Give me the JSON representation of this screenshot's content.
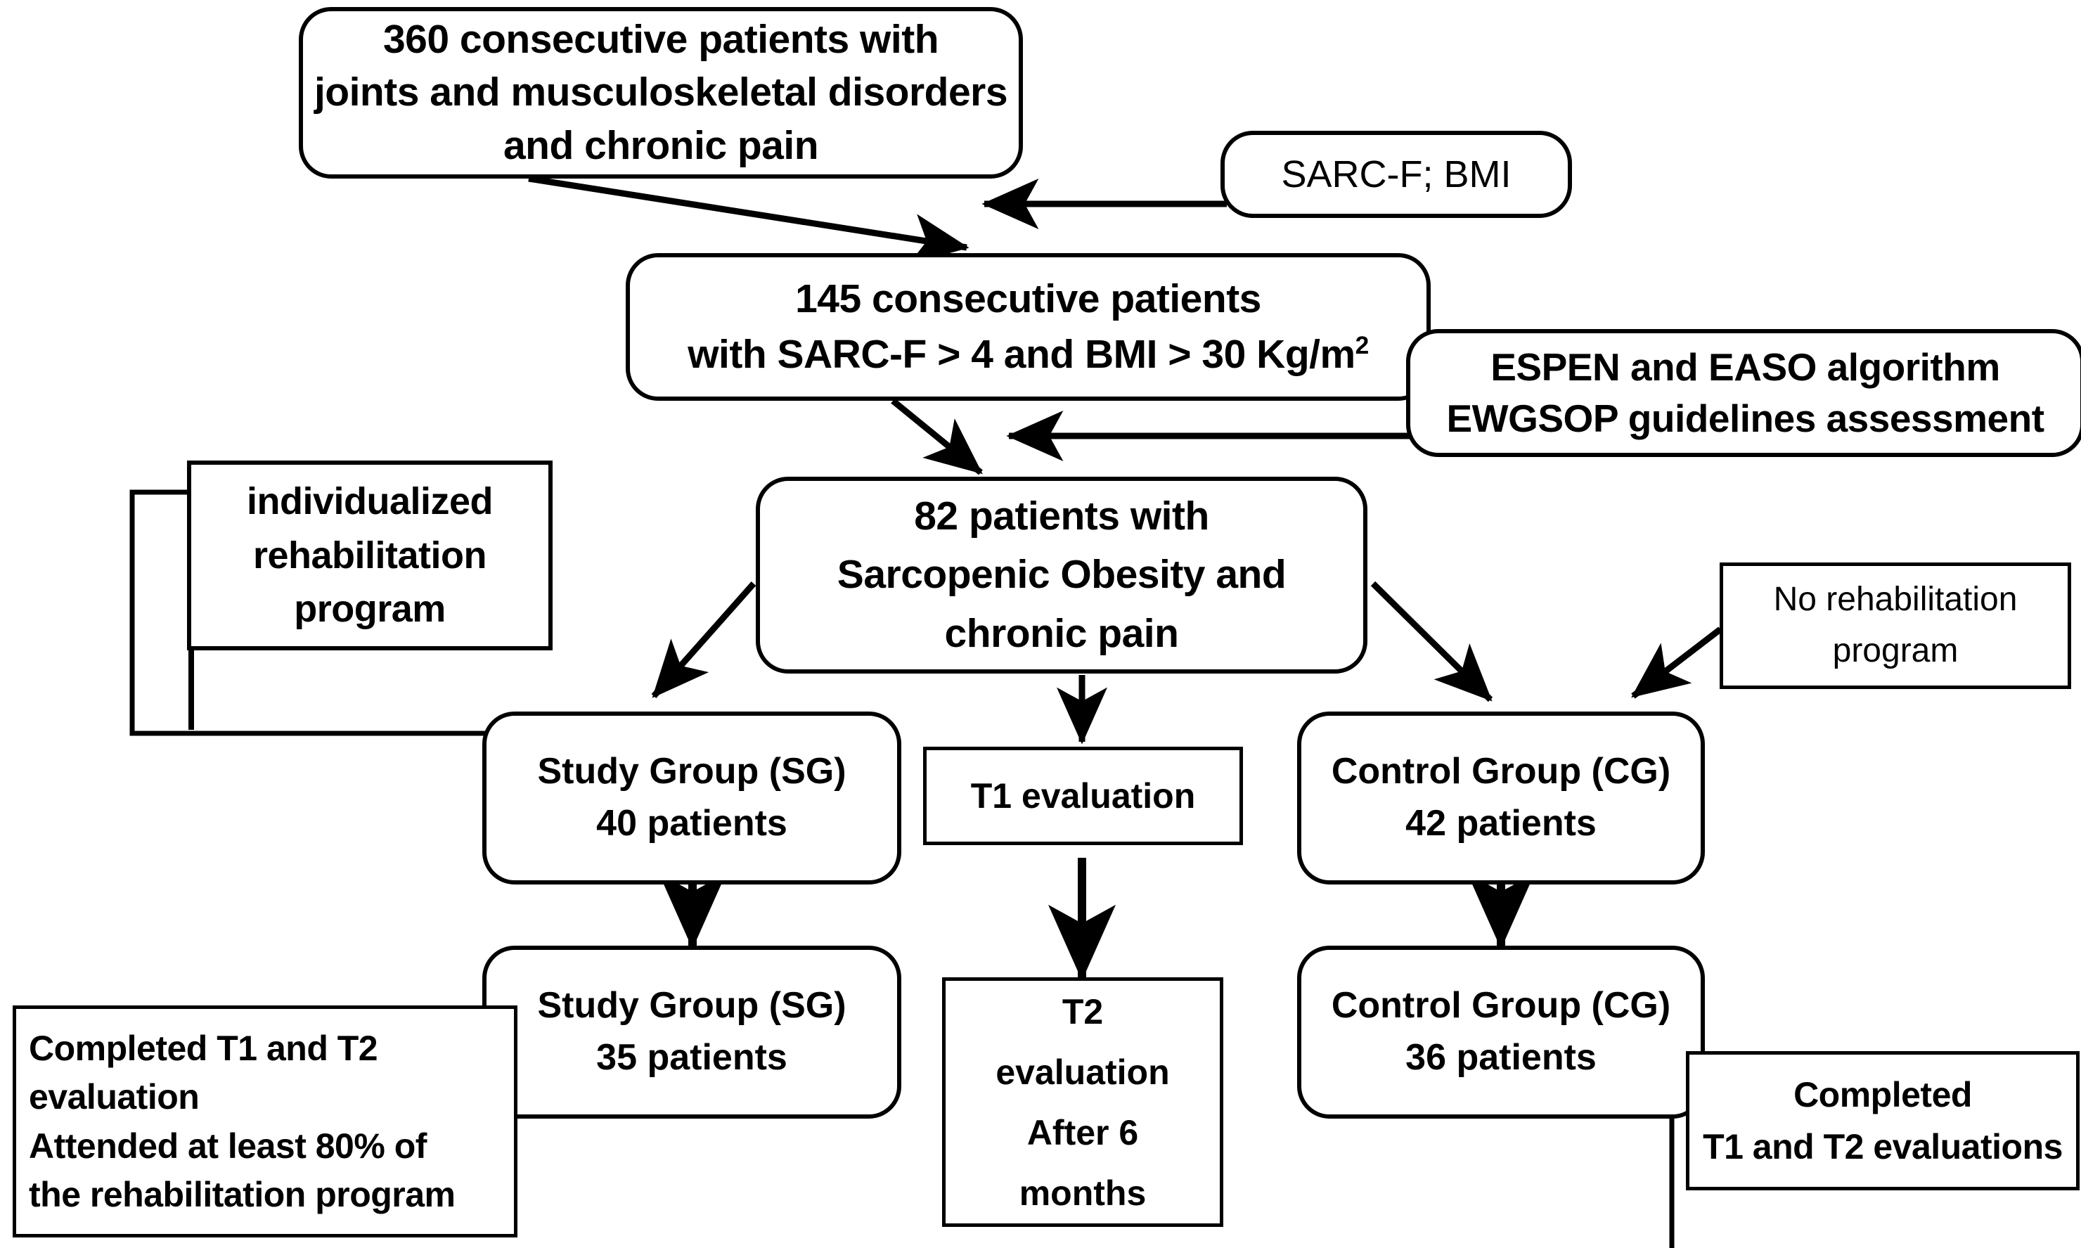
{
  "diagram": {
    "title": "Study flow diagram of patient enrollment and group allocation",
    "type": "flowchart",
    "stroke_color": "#000000",
    "fill_color": "#ffffff",
    "text_color": "#000000"
  },
  "nodes": {
    "enrolled": {
      "id": "enrolled",
      "lines": [
        "360 consecutive patients with",
        "joints and musculoskeletal disorders",
        "and chronic pain"
      ],
      "shape": "rounded-rectangle"
    },
    "screening_tools": {
      "id": "screening_tools",
      "lines": [
        "SARC-F; BMI"
      ],
      "shape": "rounded-rectangle"
    },
    "screened": {
      "id": "screened",
      "lines": [
        "145 consecutive patients",
        "with SARC-F > 4 and BMI > 30 Kg/m"
      ],
      "superscript": "2",
      "shape": "rounded-rectangle"
    },
    "guidelines": {
      "id": "guidelines",
      "lines": [
        "ESPEN and EASO algorithm",
        "EWGSOP guidelines assessment"
      ],
      "shape": "rounded-rectangle"
    },
    "eligible": {
      "id": "eligible",
      "lines": [
        "82 patients  with",
        "Sarcopenic Obesity and",
        "chronic pain"
      ],
      "shape": "rounded-rectangle"
    },
    "intervention": {
      "id": "intervention",
      "lines": [
        "individualized",
        "rehabilitation",
        "program"
      ],
      "shape": "rectangle"
    },
    "no_intervention": {
      "id": "no_intervention",
      "lines": [
        "No rehabilitation",
        "program"
      ],
      "shape": "rectangle"
    },
    "sg_allocated": {
      "id": "sg_allocated",
      "lines": [
        "Study Group (SG)",
        "40 patients"
      ],
      "shape": "rounded-rectangle"
    },
    "t1": {
      "id": "t1",
      "lines": [
        "T1 evaluation"
      ],
      "shape": "rectangle"
    },
    "cg_allocated": {
      "id": "cg_allocated",
      "lines": [
        "Control Group (CG)",
        "42 patients"
      ],
      "shape": "rounded-rectangle"
    },
    "sg_analyzed": {
      "id": "sg_analyzed",
      "lines": [
        "Study Group (SG)",
        "35 patients"
      ],
      "shape": "rounded-rectangle"
    },
    "t2": {
      "id": "t2",
      "lines": [
        "T2",
        "evaluation",
        "After 6",
        "months"
      ],
      "shape": "rectangle"
    },
    "cg_analyzed": {
      "id": "cg_analyzed",
      "lines": [
        "Control Group (CG)",
        "36 patients"
      ],
      "shape": "rounded-rectangle"
    },
    "sg_criteria": {
      "id": "sg_criteria",
      "lines": [
        "Completed T1 and T2",
        "evaluation",
        "Attended at least 80% of",
        "the rehabilitation program"
      ],
      "shape": "rectangle"
    },
    "cg_criteria": {
      "id": "cg_criteria",
      "lines": [
        "Completed",
        "T1 and T2 evaluations"
      ],
      "shape": "rectangle"
    }
  },
  "edges": [
    {
      "from": "enrolled",
      "to": "screened",
      "style": "arrow-diagonal"
    },
    {
      "from": "screening_tools",
      "to": "screened",
      "style": "arrow-horizontal-left"
    },
    {
      "from": "screened",
      "to": "eligible",
      "style": "arrow-diagonal"
    },
    {
      "from": "guidelines",
      "to": "eligible",
      "style": "arrow-horizontal-left"
    },
    {
      "from": "eligible",
      "to": "sg_allocated",
      "style": "arrow-diagonal-left"
    },
    {
      "from": "eligible",
      "to": "t1",
      "style": "arrow-vertical"
    },
    {
      "from": "eligible",
      "to": "cg_allocated",
      "style": "arrow-diagonal-right"
    },
    {
      "from": "intervention",
      "to": "sg_allocated",
      "style": "bracket-elbow"
    },
    {
      "from": "no_intervention",
      "to": "cg_allocated",
      "style": "arrow-diagonal-left"
    },
    {
      "from": "sg_allocated",
      "to": "sg_analyzed",
      "style": "arrow-vertical"
    },
    {
      "from": "t1",
      "to": "t2",
      "style": "arrow-vertical"
    },
    {
      "from": "cg_allocated",
      "to": "cg_analyzed",
      "style": "arrow-vertical"
    },
    {
      "from": "sg_criteria",
      "to": "sg_analyzed",
      "style": "elbow"
    },
    {
      "from": "cg_criteria",
      "to": "cg_analyzed",
      "style": "elbow"
    }
  ]
}
